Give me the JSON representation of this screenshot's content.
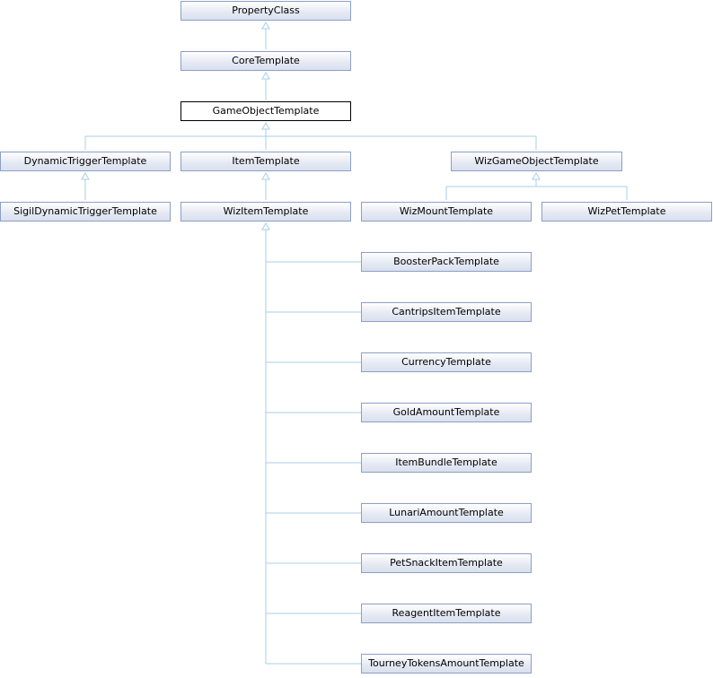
{
  "nodes": {
    "property_class": "PropertyClass",
    "core_template": "CoreTemplate",
    "game_object_template": "GameObjectTemplate",
    "dynamic_trigger_template": "DynamicTriggerTemplate",
    "item_template": "ItemTemplate",
    "wiz_game_object_template": "WizGameObjectTemplate",
    "sigil_dynamic_trigger_template": "SigilDynamicTriggerTemplate",
    "wiz_item_template": "WizItemTemplate",
    "wiz_mount_template": "WizMountTemplate",
    "wiz_pet_template": "WizPetTemplate",
    "booster_pack_template": "BoosterPackTemplate",
    "cantrips_item_template": "CantripsItemTemplate",
    "currency_template": "CurrencyTemplate",
    "gold_amount_template": "GoldAmountTemplate",
    "item_bundle_template": "ItemBundleTemplate",
    "lunari_amount_template": "LunariAmountTemplate",
    "pet_snack_item_template": "PetSnackItemTemplate",
    "reagent_item_template": "ReagentItemTemplate",
    "tourney_tokens_amount_template": "TourneyTokensAmountTemplate"
  },
  "colors": {
    "edge": "#a8cfe6",
    "node_border": "#8c9fc4",
    "current_border": "#000000"
  }
}
